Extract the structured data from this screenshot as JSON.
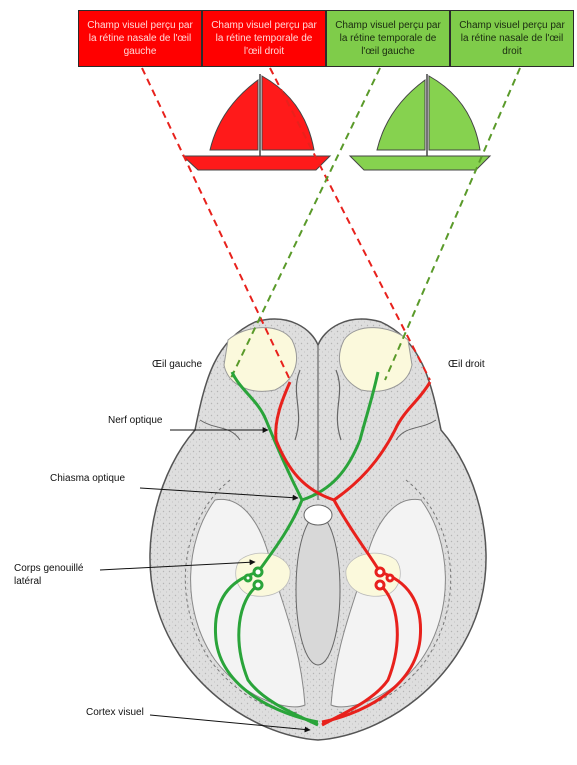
{
  "header": {
    "cells": [
      {
        "text": "Champ visuel perçu par la rétine nasale de l'œil gauche",
        "color": "#ff0000"
      },
      {
        "text": "Champ visuel perçu par la rétine temporale de l'œil droit",
        "color": "#ff0000"
      },
      {
        "text": "Champ visuel perçu par la rétine temporale de l'œil gauche",
        "color": "#7fcc4a"
      },
      {
        "text": "Champ visuel perçu par la rétine nasale de l'œil droit",
        "color": "#7fcc4a"
      }
    ]
  },
  "labels": {
    "left_eye": "Œil gauche",
    "right_eye": "Œil droit",
    "optic_nerve": "Nerf optique",
    "optic_chiasm": "Chiasma optique",
    "lgn": "Corps genouillé latéral",
    "visual_cortex": "Cortex visuel"
  },
  "colors": {
    "red_pathway": "#e8211c",
    "green_pathway": "#2aa43a",
    "red_sail": "#ff1a1a",
    "green_sail": "#86d24f",
    "brain": "#d6d6d6",
    "eye_region": "#fbf9dc"
  }
}
